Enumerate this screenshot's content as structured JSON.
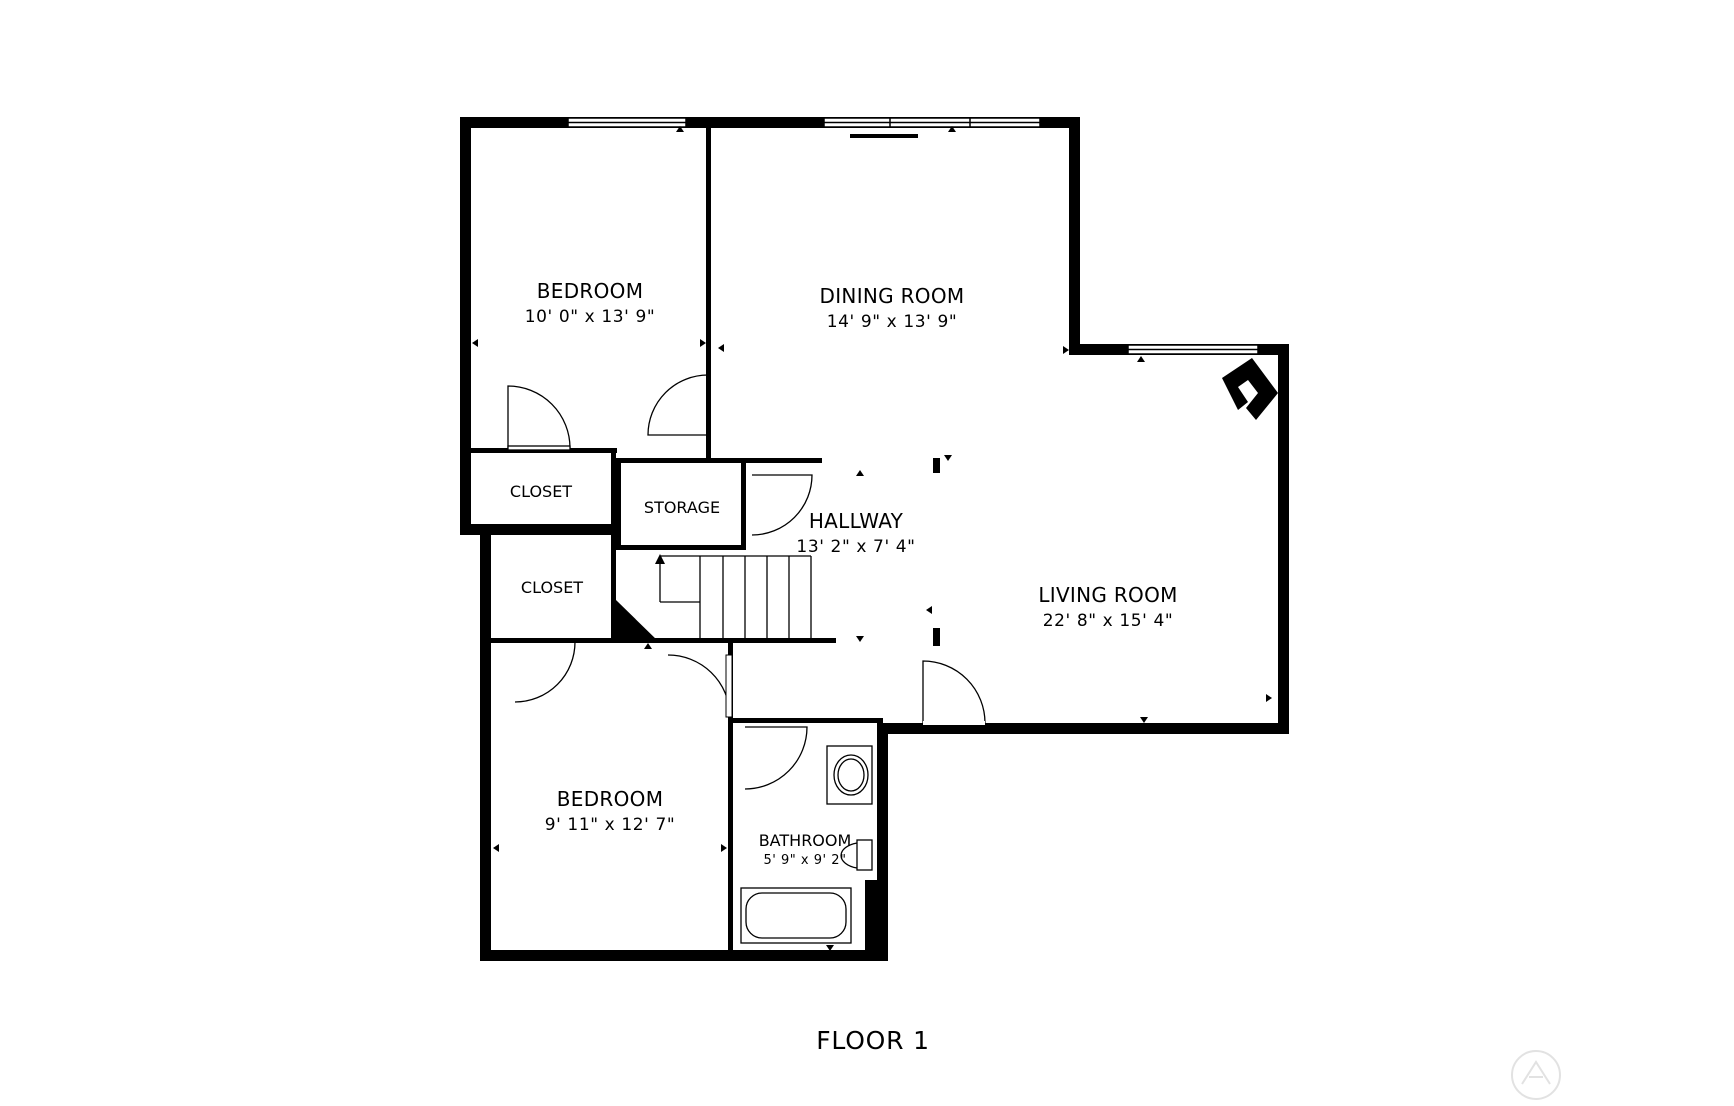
{
  "floor_label": "FLOOR 1",
  "rooms": {
    "bedroom_1": {
      "name": "BEDROOM",
      "dims": "10' 0\" x 13' 9\""
    },
    "dining_room": {
      "name": "DINING ROOM",
      "dims": "14' 9\" x 13' 9\""
    },
    "closet_1": {
      "name": "CLOSET"
    },
    "storage": {
      "name": "STORAGE"
    },
    "hallway": {
      "name": "HALLWAY",
      "dims": "13' 2\" x 7' 4\""
    },
    "closet_2": {
      "name": "CLOSET"
    },
    "living_room": {
      "name": "LIVING ROOM",
      "dims": "22' 8\" x 15' 4\""
    },
    "bedroom_2": {
      "name": "BEDROOM",
      "dims": "9' 11\" x 12' 7\""
    },
    "bathroom": {
      "name": "BATHROOM",
      "dims": "5' 9\" x 9' 2\""
    }
  },
  "colors": {
    "wall": "#000000",
    "background": "#ffffff",
    "watermark": "#e6e6e6"
  },
  "icons": [
    "watermark-logo-icon"
  ]
}
